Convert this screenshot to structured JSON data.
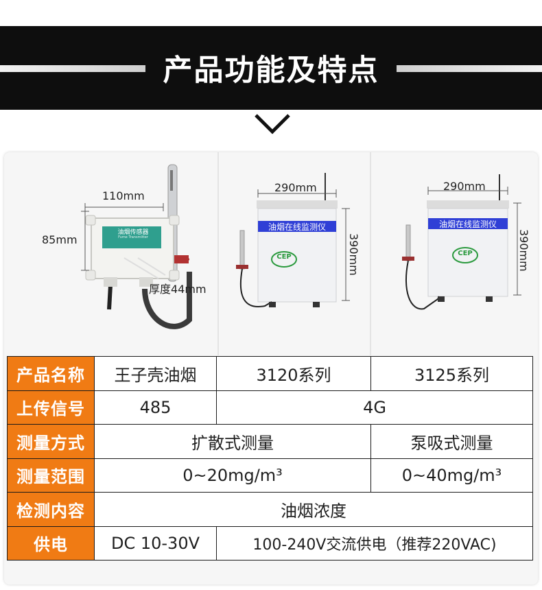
{
  "header": {
    "title": "产品功能及特点"
  },
  "images": {
    "sensor": {
      "width_label": "110mm",
      "height_label": "85mm",
      "depth_label": "厚度44mm",
      "device_label": "油烟传感器",
      "device_sublabel": "Fume Transmitter"
    },
    "monitor_3120": {
      "width_label": "290mm",
      "height_label": "390mm",
      "device_label": "油烟在线监测仪",
      "logo_text": "CEP"
    },
    "monitor_3125": {
      "width_label": "290mm",
      "height_label": "390mm",
      "device_label": "油烟在线监测仪",
      "logo_text": "CEP"
    }
  },
  "spec_table": {
    "rows": [
      {
        "label": "产品名称",
        "cells": [
          "王子壳油烟",
          "3120系列",
          "3125系列"
        ]
      },
      {
        "label": "上传信号",
        "cells": [
          "485",
          "4G"
        ]
      },
      {
        "label": "测量方式",
        "cells": [
          "扩散式测量",
          "泵吸式测量"
        ]
      },
      {
        "label": "测量范围",
        "cells": [
          "0~20mg/m³",
          "0~40mg/m³"
        ]
      },
      {
        "label": "检测内容",
        "cells": [
          "油烟浓度"
        ]
      },
      {
        "label": "供电",
        "cells": [
          "DC 10-30V",
          "100-240V交流供电（推荐220VAC)"
        ]
      }
    ]
  },
  "colors": {
    "accent": "#f07b14",
    "header_bg": "#0e0e0e",
    "label_blue": "#2f3fd6"
  }
}
